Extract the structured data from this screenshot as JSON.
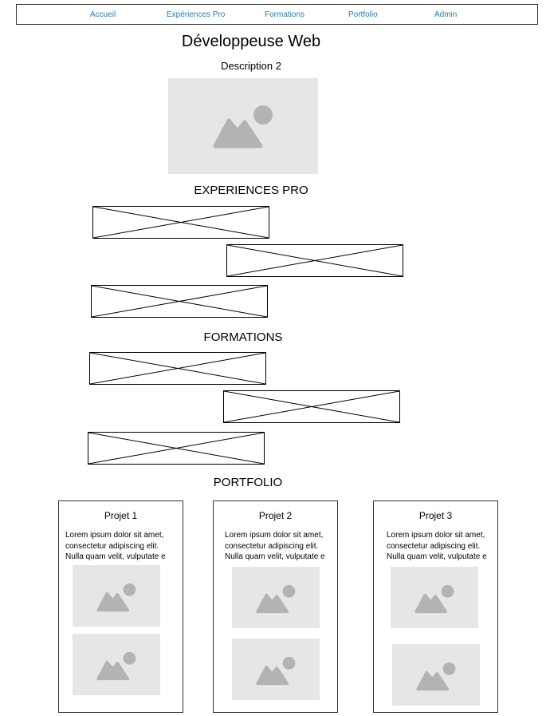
{
  "nav": {
    "items": [
      {
        "label": "Accueil"
      },
      {
        "label": "Expériences Pro"
      },
      {
        "label": "Formations"
      },
      {
        "label": "Portfolio"
      },
      {
        "label": "Admin"
      }
    ]
  },
  "hero": {
    "title": "Développeuse Web",
    "description": "Description 2",
    "image_icon": "image-placeholder-icon"
  },
  "sections": {
    "experiences_title": "EXPERIENCES PRO",
    "formations_title": "FORMATIONS",
    "portfolio_title": "PORTFOLIO"
  },
  "portfolio": {
    "projects": [
      {
        "title": "Projet 1",
        "lines": [
          "Lorem ipsum dolor sit amet,",
          "consectetur adipiscing elit.",
          "Nulla quam velit, vulputate e"
        ]
      },
      {
        "title": "Projet 2",
        "lines": [
          "Lorem ipsum dolor sit amet,",
          "consectetur adipiscing elit.",
          "Nulla quam velit, vulputate e"
        ]
      },
      {
        "title": "Projet 3",
        "lines": [
          "Lorem ipsum dolor sit amet,",
          "consectetur adipiscing elit.",
          "Nulla quam velit, vulputate e"
        ]
      }
    ]
  },
  "colors": {
    "link": "#2a7ab8",
    "placeholder_bg": "#e6e6e6",
    "placeholder_icon": "#b3b3b3"
  }
}
